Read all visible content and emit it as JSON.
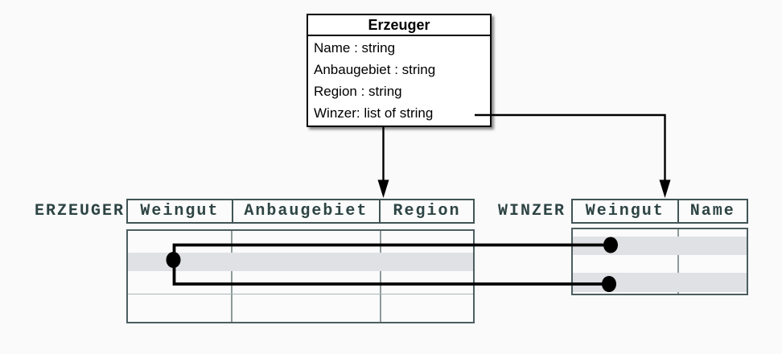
{
  "diagram_title": "Erzeuger class to relational tables mapping",
  "colors": {
    "background": "#fafafa",
    "class_box_bg": "#ffffff",
    "class_box_border": "#000000",
    "table_text": "#2e4444",
    "table_border": "#415456",
    "column_divider": "#8d9a9a",
    "row_stripe": "#e0e1e5",
    "connector": "#000000"
  },
  "class_box": {
    "title": "Erzeuger",
    "attributes": [
      "Name : string",
      "Anbaugebiet : string",
      "Region : string",
      "Winzer: list of string"
    ]
  },
  "tables": [
    {
      "label": "ERZEUGER",
      "columns": [
        "Weingut",
        "Anbaugebiet",
        "Region"
      ],
      "row_count": 4,
      "highlighted_rows": [
        2
      ],
      "cells": []
    },
    {
      "label": "WINZER",
      "columns": [
        "Weingut",
        "Name"
      ],
      "row_count": 3,
      "highlighted_rows": [
        1,
        3
      ],
      "cells": []
    }
  ],
  "connectors": {
    "class_to_erzeuger": "arrow from Erzeuger class bottom into ERZEUGER table header",
    "winzer_attr_to_winzer": "arrow from 'Winzer: list of string' attribute into WINZER table header",
    "row_links": "ERZEUGER highlighted row linked to two WINZER rows (dots at endpoints)"
  }
}
